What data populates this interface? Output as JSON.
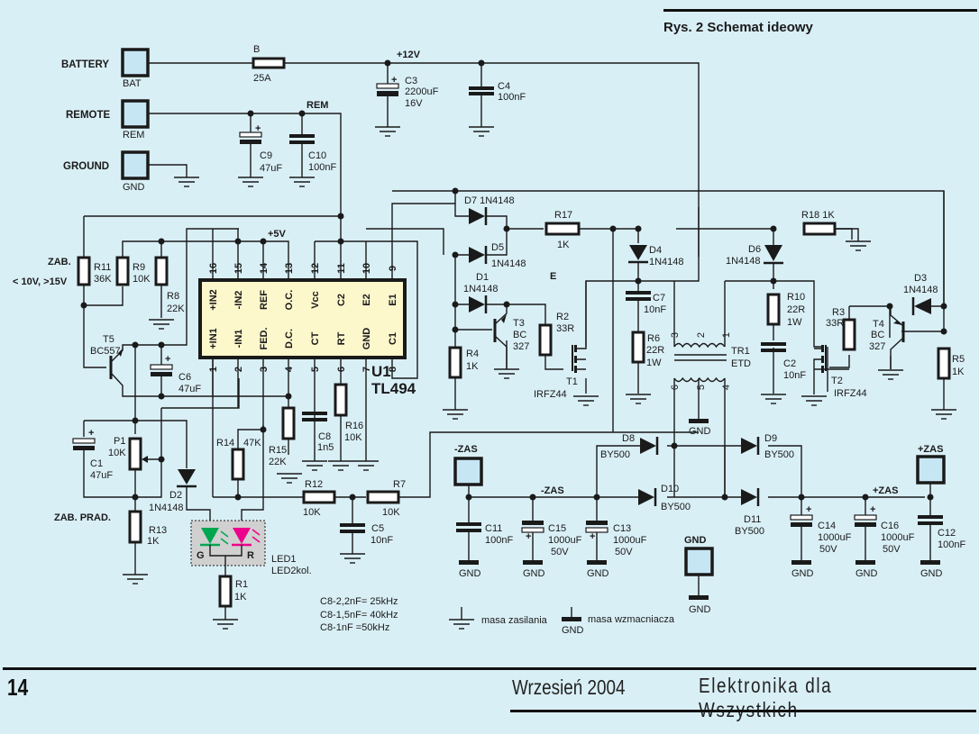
{
  "figure": {
    "title": "Rys. 2 Schemat ideowy"
  },
  "footer": {
    "page_number": "14",
    "date": "Wrzesień 2004",
    "magazine": "Elektronika dla Wszystkich"
  },
  "terminals": {
    "battery": {
      "label": "BATTERY",
      "sub": "BAT"
    },
    "remote": {
      "label": "REMOTE",
      "sub": "REM"
    },
    "ground": {
      "label": "GROUND",
      "sub": "GND"
    },
    "minus_zas": {
      "label": "-ZAS"
    },
    "plus_zas": {
      "label": "+ZAS"
    },
    "gnd_out": {
      "label": "GND",
      "sub": "GND"
    }
  },
  "nets": {
    "plus12": "+12V",
    "rem": "REM",
    "plus5": "+5V",
    "minus_zas": "-ZAS",
    "plus_zas": "+ZAS",
    "e": "E"
  },
  "components": {
    "fuse": {
      "ref": "B",
      "value": "25A"
    },
    "C3": {
      "ref": "C3",
      "value": "2200uF",
      "rating": "16V"
    },
    "C4": {
      "ref": "C4",
      "value": "100nF"
    },
    "C9": {
      "ref": "C9",
      "value": "47uF"
    },
    "C10": {
      "ref": "C10",
      "value": "100nF"
    },
    "R11": {
      "ref": "R11",
      "value": "36K"
    },
    "R9": {
      "ref": "R9",
      "value": "10K"
    },
    "R8": {
      "ref": "R8",
      "value": "22K"
    },
    "T5": {
      "ref": "T5",
      "value": "BC557"
    },
    "C6": {
      "ref": "C6",
      "value": "47uF"
    },
    "C1": {
      "ref": "C1",
      "value": "47uF"
    },
    "P1": {
      "ref": "P1",
      "value": "10K"
    },
    "R13": {
      "ref": "R13",
      "value": "1K"
    },
    "D2": {
      "ref": "D2",
      "value": "1N4148"
    },
    "R14": {
      "ref": "R14",
      "value": "47K"
    },
    "R15": {
      "ref": "R15",
      "value": "22K"
    },
    "C8": {
      "ref": "C8",
      "value": "1n5"
    },
    "R16": {
      "ref": "R16",
      "value": "10K"
    },
    "U1": {
      "ref": "U1",
      "value": "TL494"
    },
    "R12": {
      "ref": "R12",
      "value": "10K"
    },
    "R7": {
      "ref": "R7",
      "value": "10K"
    },
    "C5": {
      "ref": "C5",
      "value": "10nF"
    },
    "LED1": {
      "ref": "LED1",
      "value": "LED2kol.",
      "g": "G",
      "r": "R"
    },
    "R1": {
      "ref": "R1",
      "value": "1K"
    },
    "D7": {
      "ref": "D7 1N4148"
    },
    "D5": {
      "ref": "D5",
      "value": "1N4148"
    },
    "D1": {
      "ref": "D1",
      "value": "1N4148"
    },
    "R17": {
      "ref": "R17",
      "value": "1K"
    },
    "T3": {
      "ref": "T3",
      "value": "BC",
      "value2": "327"
    },
    "R2": {
      "ref": "R2",
      "value": "33R"
    },
    "R4": {
      "ref": "R4",
      "value": "1K"
    },
    "T1": {
      "ref": "T1",
      "value": "IRFZ44"
    },
    "D4": {
      "ref": "D4",
      "value": "1N4148"
    },
    "C7": {
      "ref": "C7",
      "value": "10nF"
    },
    "R6": {
      "ref": "R6",
      "value": "22R",
      "rating": "1W"
    },
    "TR1": {
      "ref": "TR1",
      "value": "ETD"
    },
    "R18": {
      "ref": "R18  1K"
    },
    "D6": {
      "ref": "D6",
      "value": "1N4148"
    },
    "R10": {
      "ref": "R10",
      "value": "22R",
      "rating": "1W"
    },
    "C2": {
      "ref": "C2",
      "value": "10nF"
    },
    "R3": {
      "ref": "R3",
      "value": "33R"
    },
    "T2": {
      "ref": "T2",
      "value": "IRFZ44"
    },
    "T4": {
      "ref": "T4",
      "value": "BC",
      "value2": "327"
    },
    "D3": {
      "ref": "D3",
      "value": "1N4148"
    },
    "R5": {
      "ref": "R5",
      "value": "1K"
    },
    "D8": {
      "ref": "D8",
      "value": "BY500"
    },
    "D9": {
      "ref": "D9",
      "value": "BY500"
    },
    "D10": {
      "ref": "D10",
      "value": "BY500"
    },
    "D11": {
      "ref": "D11",
      "value": "BY500"
    },
    "C11": {
      "ref": "C11",
      "value": "100nF"
    },
    "C15": {
      "ref": "C15",
      "value": "1000uF",
      "rating": "50V"
    },
    "C13": {
      "ref": "C13",
      "value": "1000uF",
      "rating": "50V"
    },
    "C14": {
      "ref": "C14",
      "value": "1000uF",
      "rating": "50V"
    },
    "C16": {
      "ref": "C16",
      "value": "1000uF",
      "rating": "50V"
    },
    "C12": {
      "ref": "C12",
      "value": "100nF"
    }
  },
  "ic_pins": {
    "top": [
      {
        "num": "16",
        "name": "+IN2"
      },
      {
        "num": "15",
        "name": "-IN2"
      },
      {
        "num": "14",
        "name": "REF"
      },
      {
        "num": "13",
        "name": "O.C."
      },
      {
        "num": "12",
        "name": "Vcc"
      },
      {
        "num": "11",
        "name": "C2"
      },
      {
        "num": "10",
        "name": "E2"
      },
      {
        "num": "9",
        "name": "E1"
      }
    ],
    "bottom": [
      {
        "num": "1",
        "name": "+IN1"
      },
      {
        "num": "2",
        "name": "-IN1"
      },
      {
        "num": "3",
        "name": "FED."
      },
      {
        "num": "4",
        "name": "D.C."
      },
      {
        "num": "5",
        "name": "CT"
      },
      {
        "num": "6",
        "name": "RT"
      },
      {
        "num": "7",
        "name": "GND"
      },
      {
        "num": "8",
        "name": "C1"
      }
    ]
  },
  "transformer_pins": [
    "3",
    "2",
    "1",
    "6",
    "5",
    "4"
  ],
  "annotations": {
    "zab_voltage": "ZAB.",
    "zab_voltage_range": "< 10V, >15V",
    "zab_current": "ZAB. PRAD.",
    "c8_notes": [
      "C8-2,2nF= 25kHz",
      "C8-1,5nF= 40kHz",
      "C8-1nF =50kHz"
    ],
    "legend_power_ground": "masa zasilania",
    "legend_amp_ground": "masa wzmacniacza",
    "legend_amp_ground_label": "GND"
  },
  "colors": {
    "background": "#d9eff6",
    "ic_fill": "#fdf7cc",
    "terminal_fill": "#c7e6f4",
    "led_green": "#00a650",
    "led_red": "#ec008c",
    "led_box": "#d0d0d0"
  }
}
